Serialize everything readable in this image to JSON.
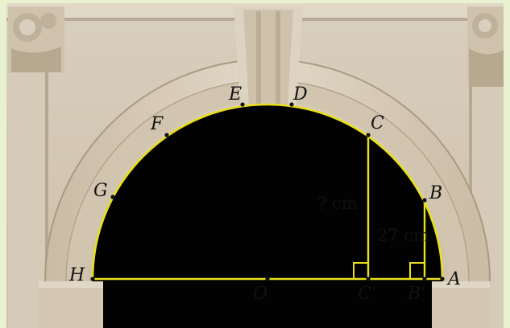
{
  "figure": {
    "points": {
      "H": "H",
      "G": "G",
      "F": "F",
      "E": "E",
      "D": "D",
      "C": "C",
      "B": "B",
      "A": "A",
      "O": "O",
      "C_prime": "C'",
      "B_prime": "B'"
    },
    "measurements": {
      "unknown_height": "? cm",
      "known_height": "27 cm"
    },
    "colors": {
      "arc": "#e8e01c",
      "opening": "#020202",
      "stone": "#d8cdbb",
      "frame": "#e9f2d0"
    }
  }
}
